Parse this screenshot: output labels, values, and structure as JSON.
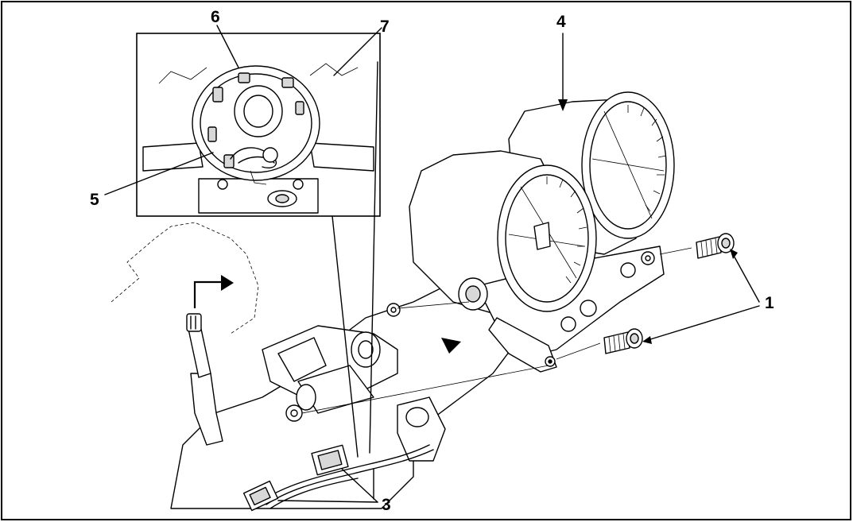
{
  "callouts": {
    "c1": "1",
    "c3": "3",
    "c4": "4",
    "c5": "5",
    "c6": "6",
    "c7": "7"
  },
  "colors": {
    "ink": "#000000",
    "paper": "#ffffff",
    "shade": "#d8d8d8"
  }
}
